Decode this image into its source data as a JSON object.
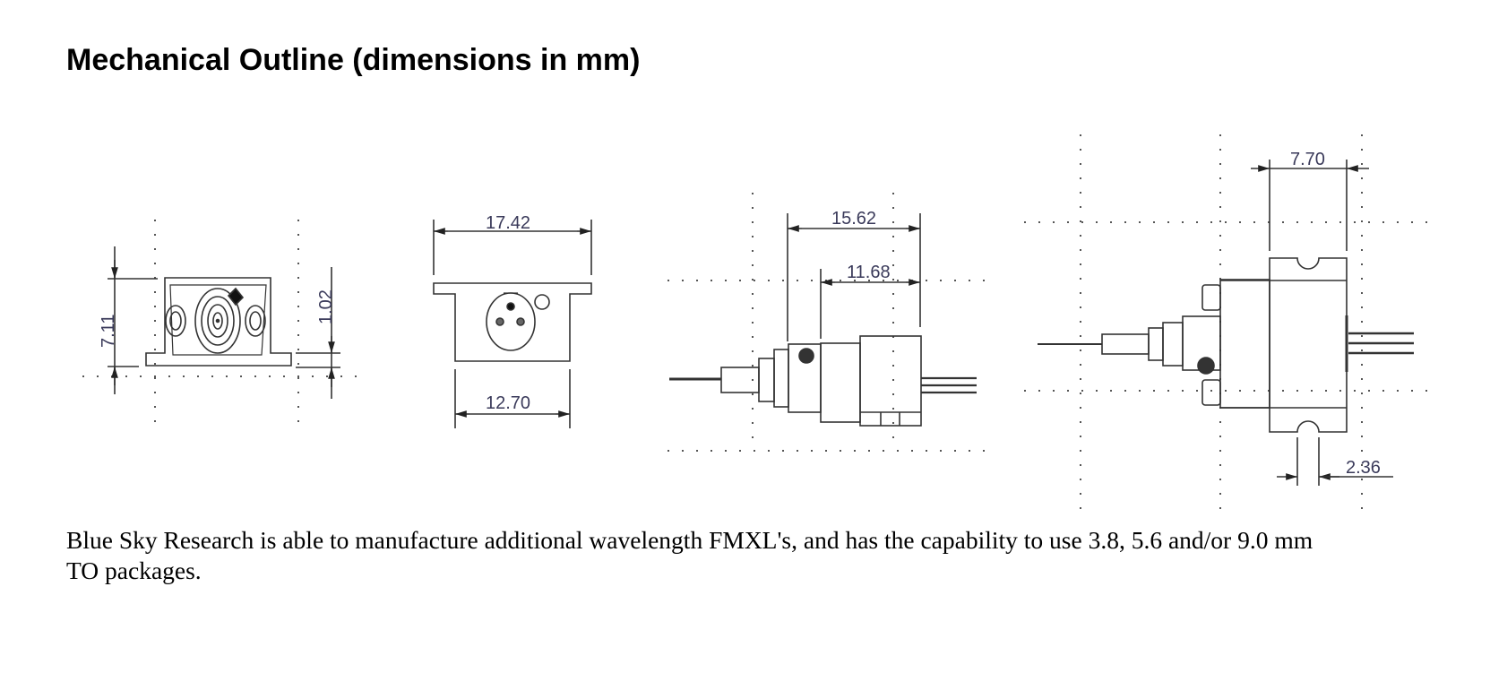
{
  "page": {
    "heading": "Mechanical Outline (dimensions in mm)",
    "paragraph": "Blue Sky Research is able to manufacture additional wavelength FMXL's, and has the capability to use 3.8, 5.6 and/or 9.0 mm TO packages."
  },
  "drawings": {
    "front_view": {
      "height_label": "7.11",
      "flange_label": "1.02"
    },
    "top_view": {
      "overall_width_label": "17.42",
      "body_width_label": "12.70"
    },
    "side_view": {
      "overall_length_label": "15.62",
      "body_length_label": "11.68"
    },
    "plan_view": {
      "flange_width_label": "7.70",
      "slot_width_label": "2.36"
    }
  }
}
